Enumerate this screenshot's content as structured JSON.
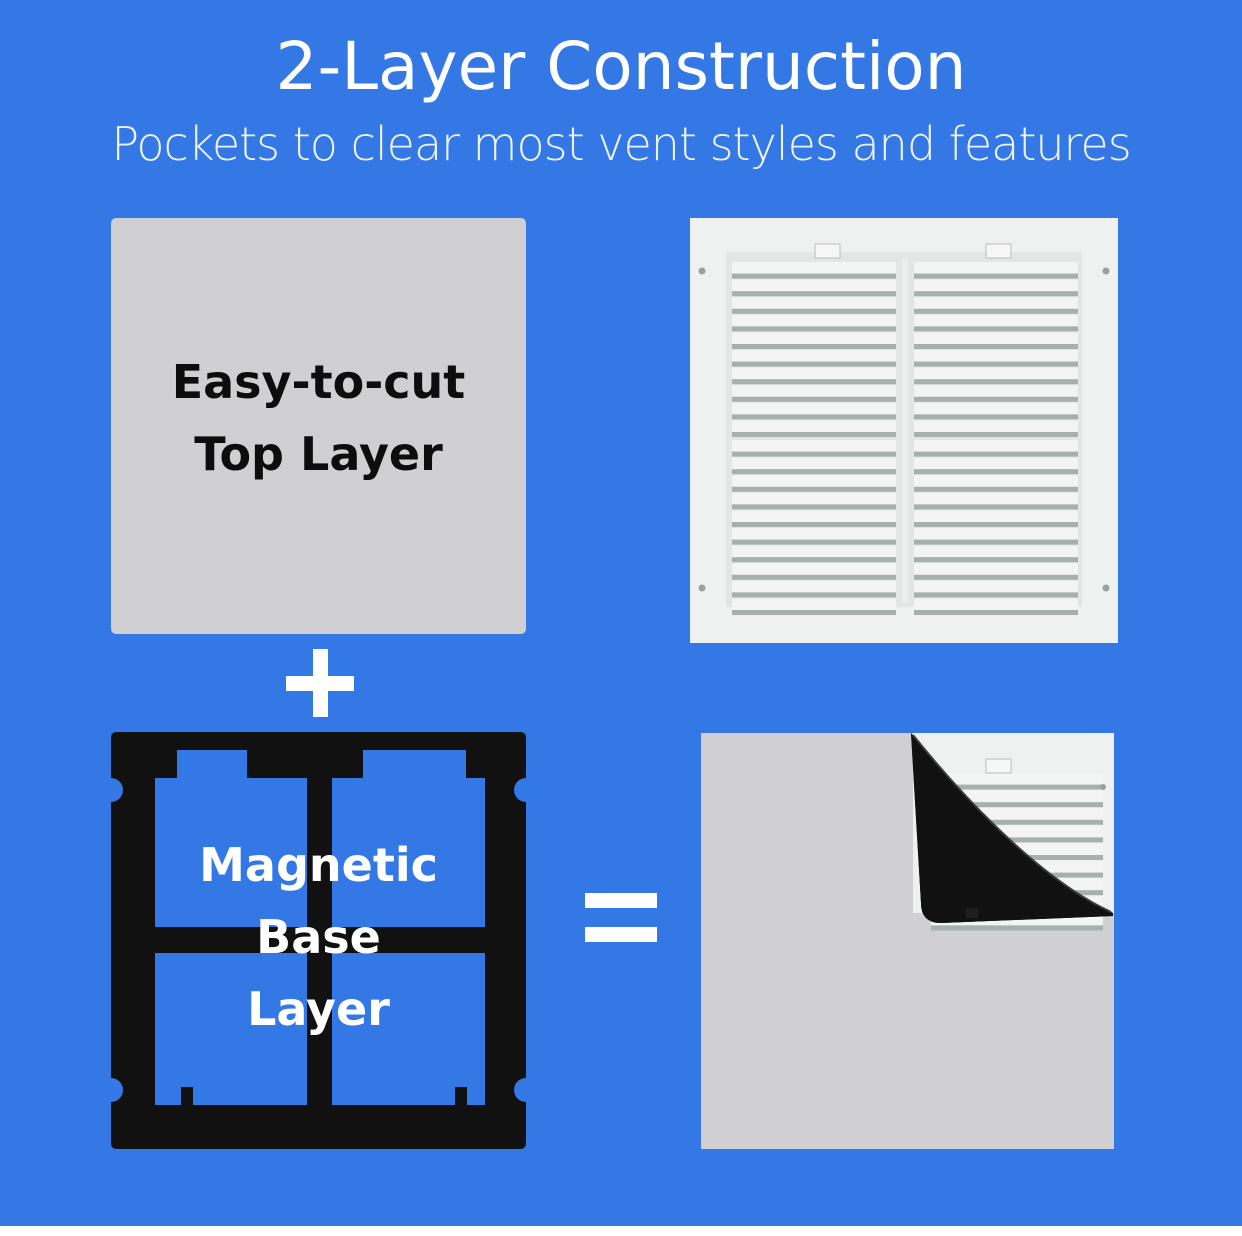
{
  "header": {
    "title": "2-Layer Construction",
    "subtitle": "Pockets to clear most vent styles and features"
  },
  "top_layer": {
    "line1": "Easy-to-cut",
    "line2": "Top Layer",
    "color": "#d0d0d2"
  },
  "base_layer": {
    "line1": "Magnetic",
    "line2": "Base",
    "line3": "Layer",
    "color": "#111111"
  },
  "colors": {
    "background": "#3478e5",
    "text_light": "#ffffff",
    "text_dark": "#0d0d0d",
    "vent_white": "#eef1f0"
  },
  "icons": {
    "plus": "plus-icon",
    "equals": "equals-icon"
  }
}
